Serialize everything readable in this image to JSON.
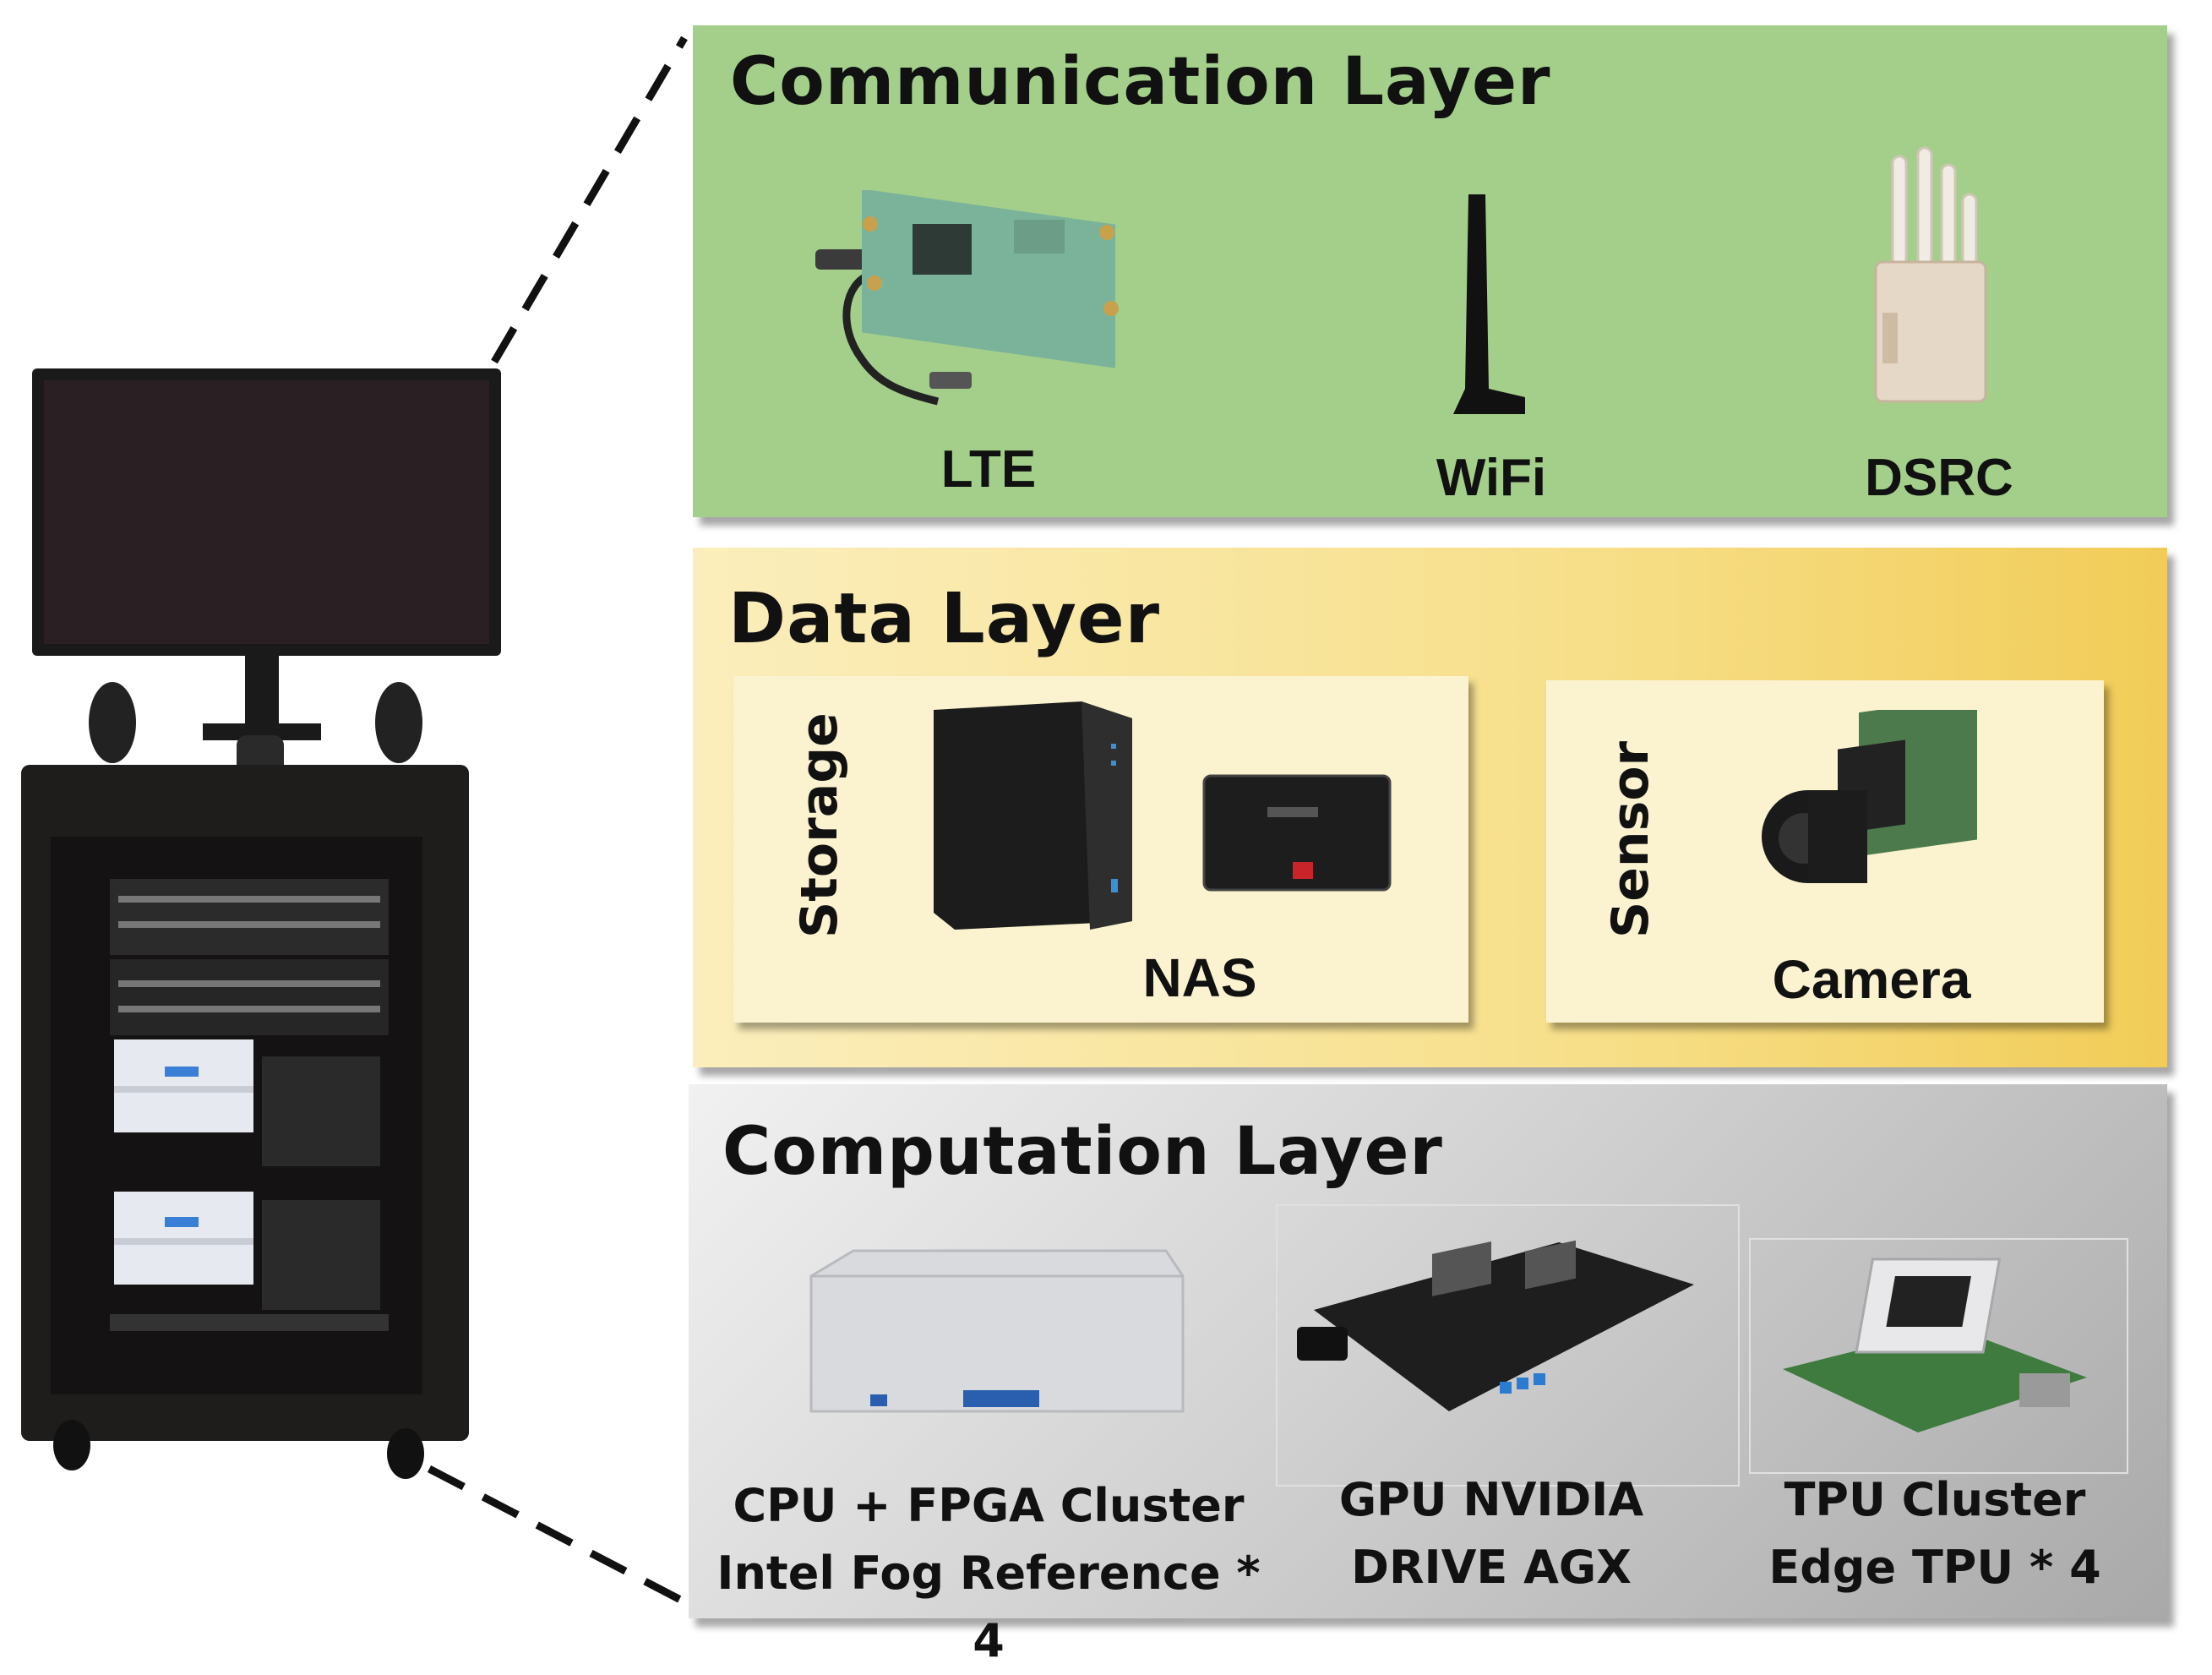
{
  "communication_layer": {
    "title": "Communication Layer",
    "items": [
      "LTE",
      "WiFi",
      "DSRC"
    ],
    "color": "#a3cf8a"
  },
  "data_layer": {
    "title": "Data Layer",
    "storage": {
      "label": "Storage",
      "item": "NAS"
    },
    "sensor": {
      "label": "Sensor",
      "item": "Camera"
    },
    "color": "#f2d46d"
  },
  "computation_layer": {
    "title": "Computation Layer",
    "items": [
      {
        "line1": "CPU + FPGA Cluster",
        "line2": "Intel Fog Reference * 4"
      },
      {
        "line1": "GPU NVIDIA",
        "line2": "DRIVE AGX"
      },
      {
        "line1": "TPU Cluster",
        "line2": "Edge TPU * 4"
      }
    ],
    "color": "#c9c9c9"
  },
  "icons": [
    "monitor-cart-icon",
    "lte-board-icon",
    "wifi-antenna-icon",
    "dsrc-router-icon",
    "nas-icon",
    "ssd-icon",
    "camera-module-icon",
    "fog-server-icon",
    "gpu-board-icon",
    "tpu-board-icon"
  ]
}
